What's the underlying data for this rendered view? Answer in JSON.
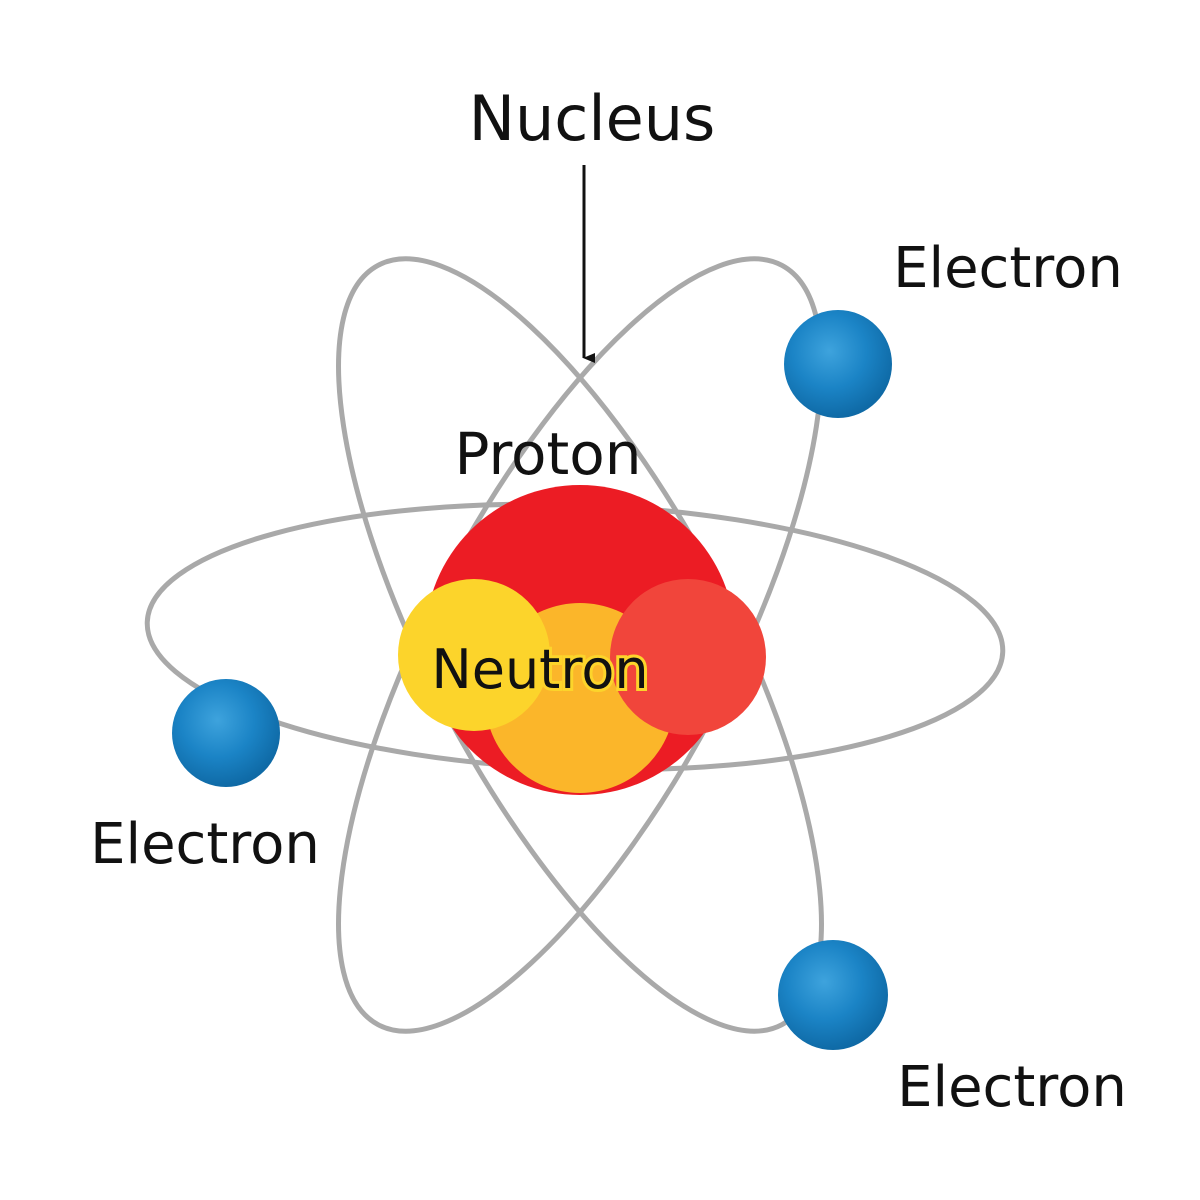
{
  "labels": {
    "nucleus": "Nucleus",
    "proton": "Proton",
    "neutron": "Neutron",
    "electron_top_right": "Electron",
    "electron_left": "Electron",
    "electron_bottom_right": "Electron"
  },
  "colors": {
    "orbit": "#a9a9a9",
    "proton": "#ec1c24",
    "proton_secondary": "#f1453b",
    "neutron": "#fcd42b",
    "neutron_lower": "#fbb62a",
    "electron": "#1b84c6",
    "electron_highlight": "#3ea3dd",
    "text": "#111111"
  },
  "icons": {
    "pointer": "arrow-down-icon",
    "electron": "electron-ball-icon"
  }
}
